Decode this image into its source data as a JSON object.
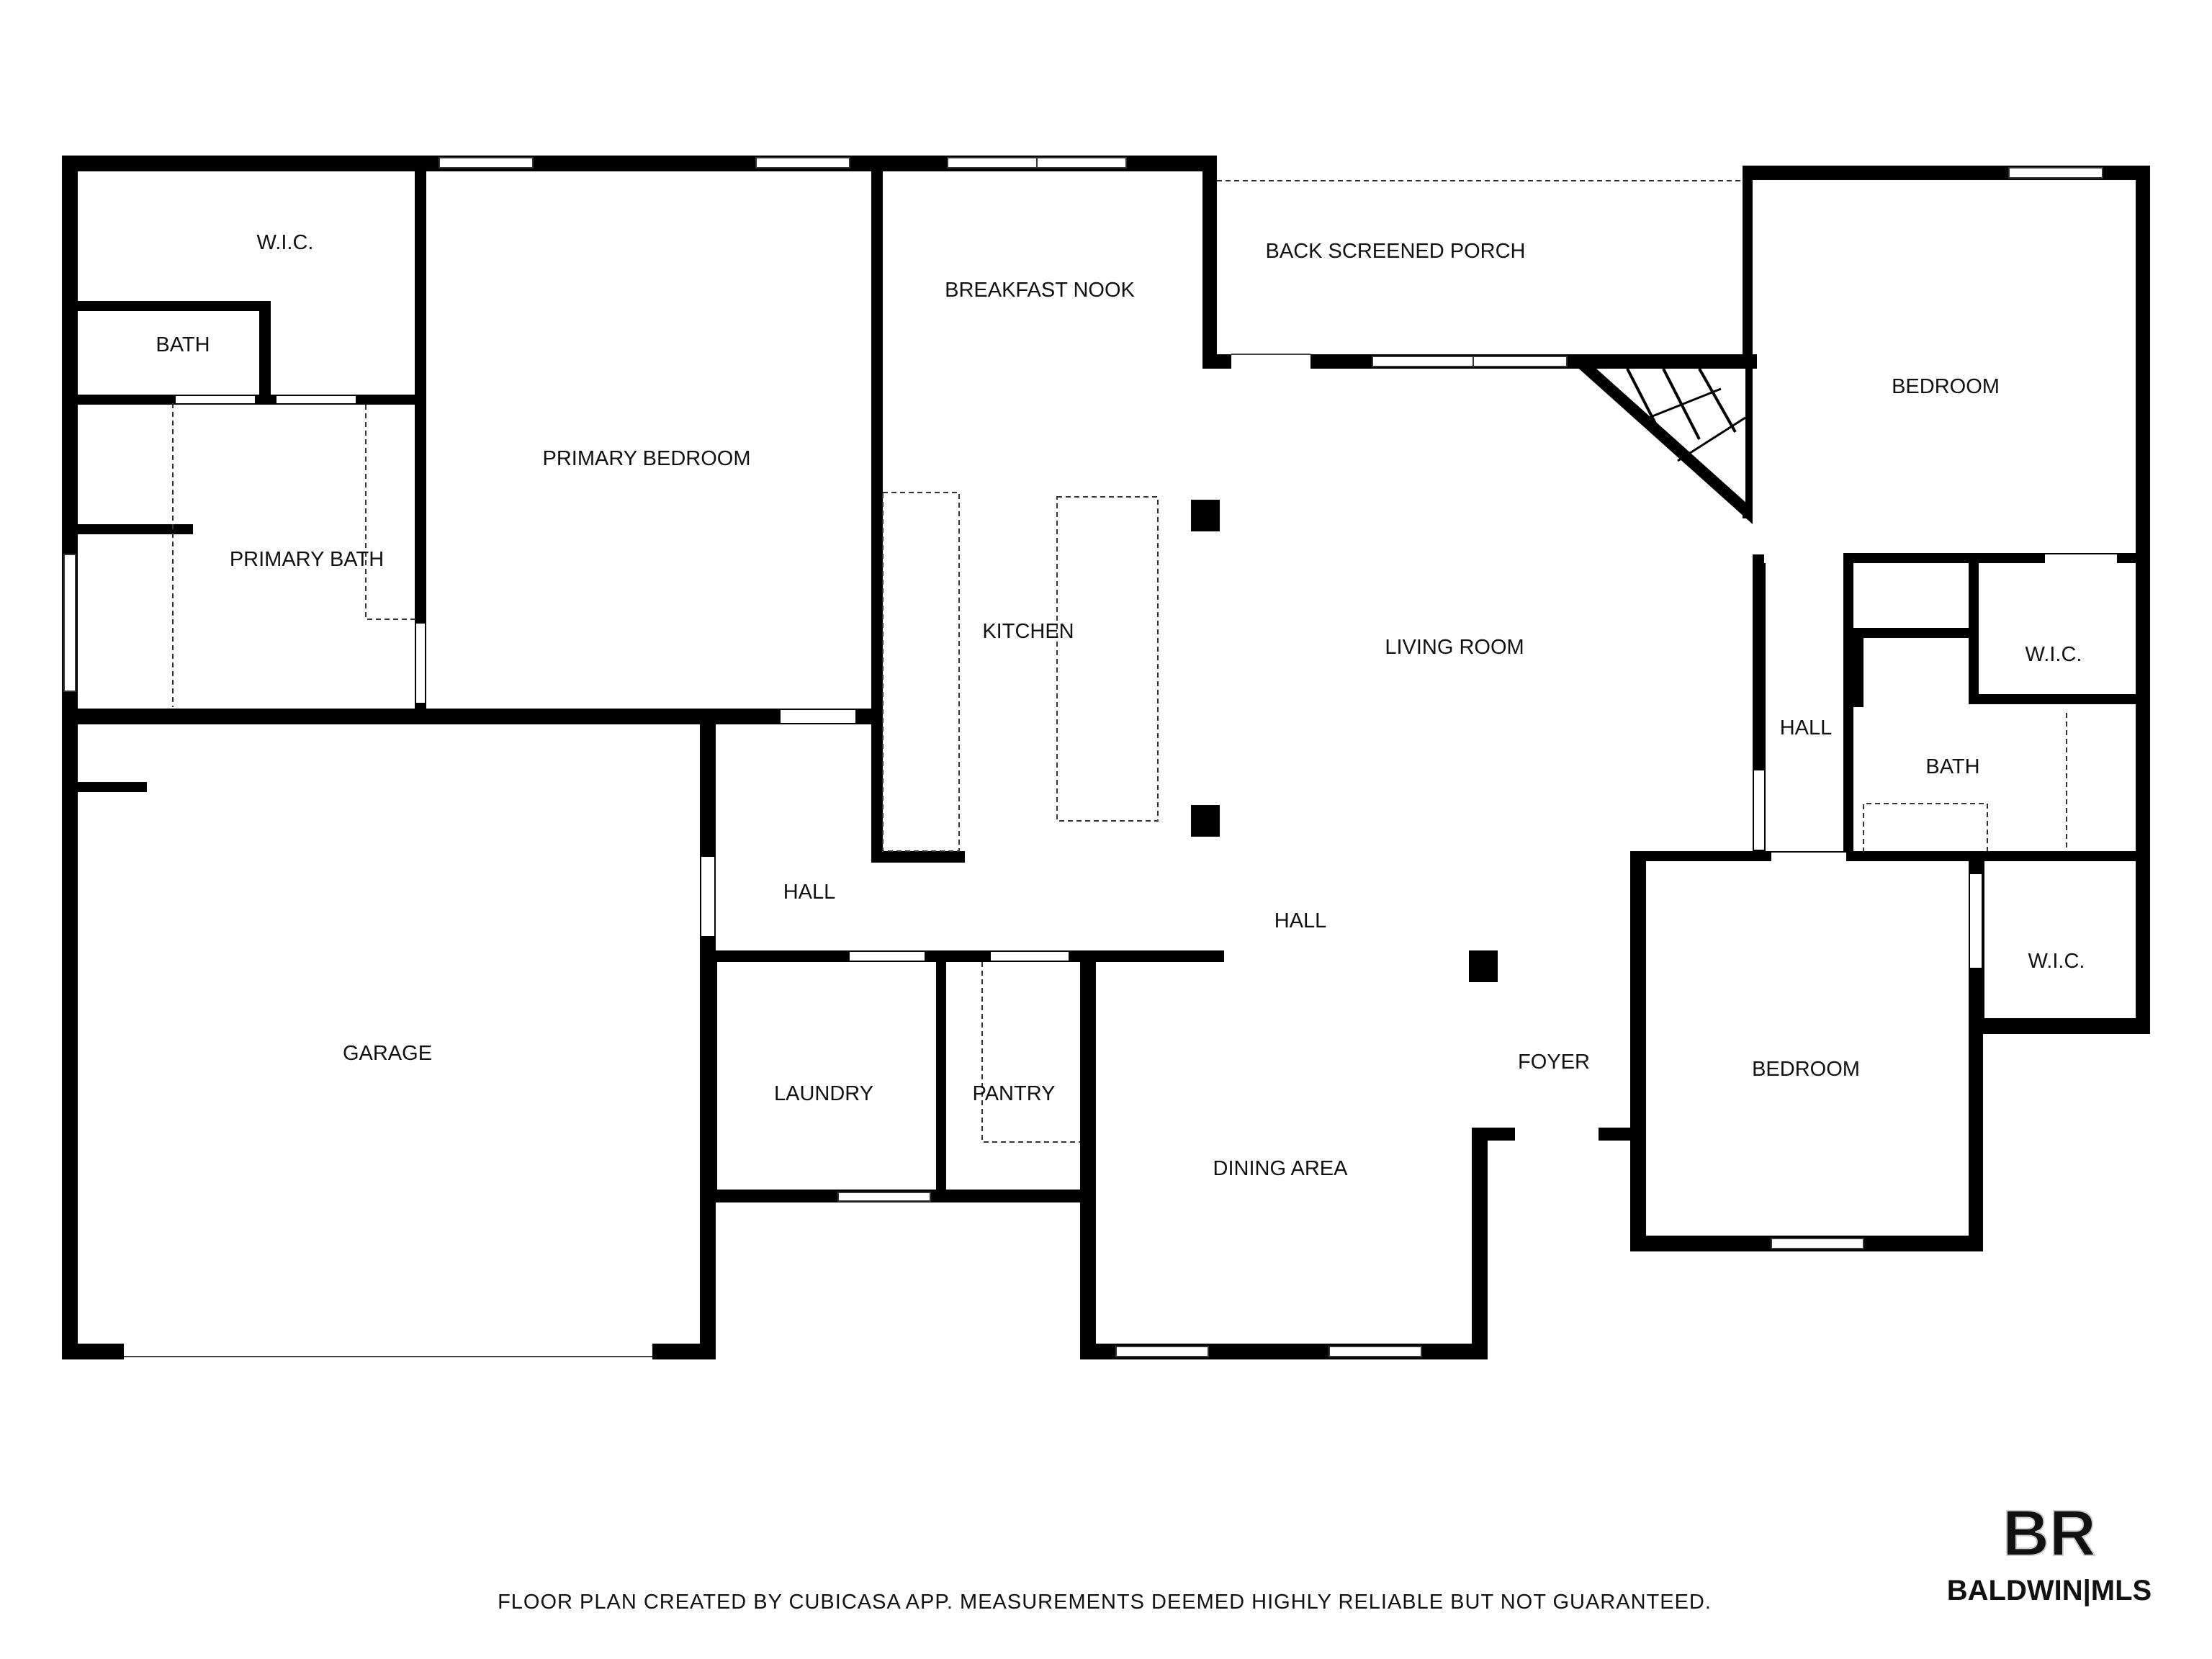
{
  "rooms": {
    "wic_primary": "W.I.C.",
    "bath_primary_small": "BATH",
    "primary_bath": "PRIMARY BATH",
    "primary_bedroom": "PRIMARY BEDROOM",
    "breakfast_nook": "BREAKFAST NOOK",
    "back_screened_porch": "BACK SCREENED PORCH",
    "bedroom_ne": "BEDROOM",
    "kitchen": "KITCHEN",
    "living_room": "LIVING ROOM",
    "hall_east": "HALL",
    "wic_east_upper": "W.I.C.",
    "bath_east": "BATH",
    "hall_west": "HALL",
    "hall_center": "HALL",
    "garage": "GARAGE",
    "laundry": "LAUNDRY",
    "pantry": "PANTRY",
    "foyer": "FOYER",
    "bedroom_se": "BEDROOM",
    "wic_east_lower": "W.I.C.",
    "dining_area": "DINING AREA"
  },
  "footer": {
    "note": "FLOOR PLAN CREATED BY CUBICASA APP. MEASUREMENTS DEEMED HIGHLY RELIABLE BUT NOT GUARANTEED."
  },
  "watermark": {
    "mark": "BR",
    "name": "BALDWIN|MLS"
  },
  "colors": {
    "wall": "#000000",
    "background": "#ffffff",
    "footer_text": "#8a8a8a"
  }
}
